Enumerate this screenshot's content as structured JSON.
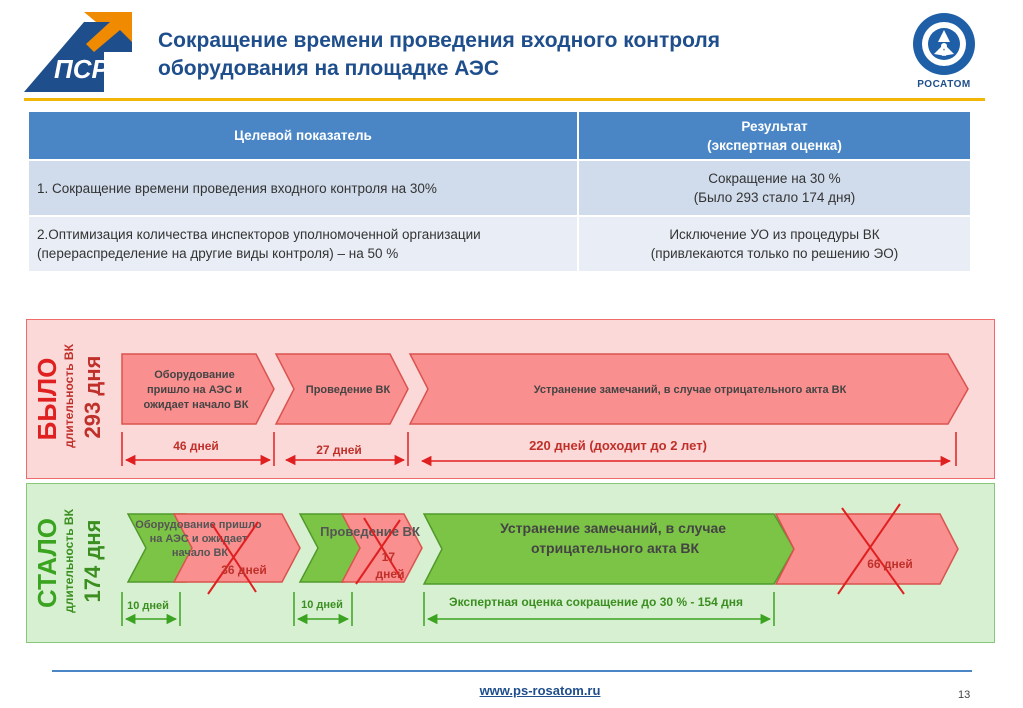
{
  "title": {
    "line1": "Сокращение времени проведения входного контроля",
    "line2": "оборудования на площадке АЭС"
  },
  "logos": {
    "left": {
      "icon": "psr-logo",
      "colors": [
        "#1f4e8c",
        "#f08a00"
      ]
    },
    "right": {
      "icon": "rosatom-logo",
      "label": "РОСАТОМ"
    }
  },
  "table": {
    "header": {
      "col1": "Целевой показатель",
      "col2_line1": "Результат",
      "col2_line2": "(экспертная оценка)"
    },
    "rows": [
      {
        "c1_line1": "1. Сокращение времени проведения входного контроля на 30%",
        "c1_line2": "",
        "c2_line1": "Сокращение на 30 %",
        "c2_line2": "(Было 293 стало 174 дня)"
      },
      {
        "c1_line1": "2.Оптимизация количества инспекторов уполномоченной организации",
        "c1_line2": "(перераспределение на другие виды контроля) – на 50 %",
        "c2_line1": "Исключение УО из процедуры ВК",
        "c2_line2": "(привлекаются только по решению ЭО)"
      }
    ]
  },
  "before": {
    "label_big": "БЫЛО",
    "label_small": "длительность ВК",
    "label_days": "293 дня",
    "steps": [
      {
        "line1": "Оборудование",
        "line2": "пришло на АЭС и",
        "line3": "ожидает начало ВК"
      },
      {
        "line1": "Проведение ВК"
      },
      {
        "line1": "Устранение замечаний, в случае отрицательного акта ВК"
      }
    ],
    "durations": [
      "46 дней",
      "27 дней",
      "220 дней (доходит до 2 лет)"
    ]
  },
  "after": {
    "label_big": "СТАЛО",
    "label_small": "длительность ВК",
    "label_days": "174 дня",
    "step1": {
      "line1": "Оборудование пришло",
      "line2": "на АЭС и ожидает",
      "line3": "начало ВК",
      "crossed": "36 дней"
    },
    "step2": {
      "line1": "Проведение ВК",
      "crossed_line1": "17",
      "crossed_line2": "дней"
    },
    "step3": {
      "line1": "Устранение замечаний, в случае",
      "line2": "отрицательного акта ВК"
    },
    "step4": {
      "crossed": "66 дней"
    },
    "durations": [
      "10 дней",
      "10 дней",
      "Экспертная оценка сокращение до 30 % - 154 дня"
    ]
  },
  "colors": {
    "red_fill": "#fa8f8f",
    "red_stroke": "#d9534f",
    "green_fill": "#7cc446",
    "green_stroke": "#4f9a2b",
    "cross": "#e02020",
    "blue": "#1f4e8c",
    "gold": "#f2b705"
  },
  "footer": {
    "url": "www.ps-rosatom.ru",
    "page": "13"
  }
}
